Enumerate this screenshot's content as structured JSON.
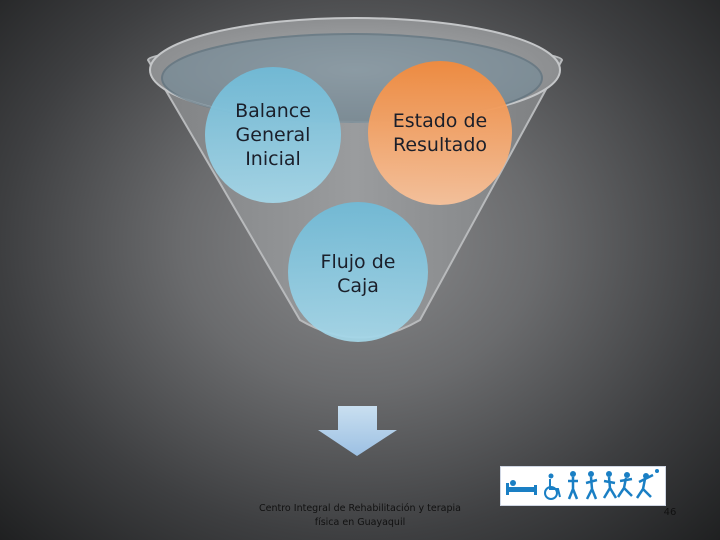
{
  "diagram": {
    "circles": [
      {
        "label": "Balance\nGeneral\nInicial",
        "color": "#8fcfe2"
      },
      {
        "label": "Estado de\nResultado",
        "color": "#f5a36a"
      },
      {
        "label": "Flujo de\nCaja",
        "color": "#8fcfe2"
      }
    ],
    "arrow_color": "#a9c8e6"
  },
  "footer": {
    "text": "Centro Integral de Rehabilitación y terapia\nfísica en Guayaquil",
    "page_number": "46"
  },
  "logo": {
    "icon": "rehabilitation-figures-logo",
    "color": "#1a7fc4"
  }
}
